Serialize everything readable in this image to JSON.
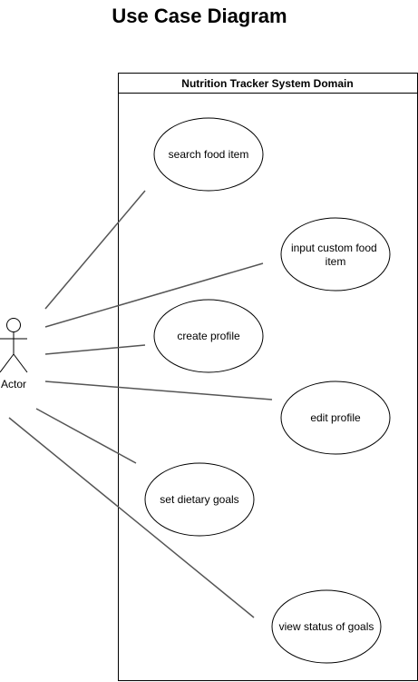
{
  "title": "Use Case Diagram",
  "system_boundary": {
    "title": "Nutrition Tracker System Domain"
  },
  "actor": {
    "label": "Actor"
  },
  "use_cases": [
    {
      "id": "search-food-item",
      "lines": [
        "search food item"
      ]
    },
    {
      "id": "input-custom-food-item",
      "lines": [
        "input custom food",
        "item"
      ]
    },
    {
      "id": "create-profile",
      "lines": [
        "create profile"
      ]
    },
    {
      "id": "edit-profile",
      "lines": [
        "edit profile"
      ]
    },
    {
      "id": "set-dietary-goals",
      "lines": [
        "set dietary goals"
      ]
    },
    {
      "id": "view-status-of-goals",
      "lines": [
        "view status of goals"
      ]
    }
  ],
  "colors": {
    "stroke": "#000000",
    "association": "#555555",
    "background": "#ffffff"
  }
}
